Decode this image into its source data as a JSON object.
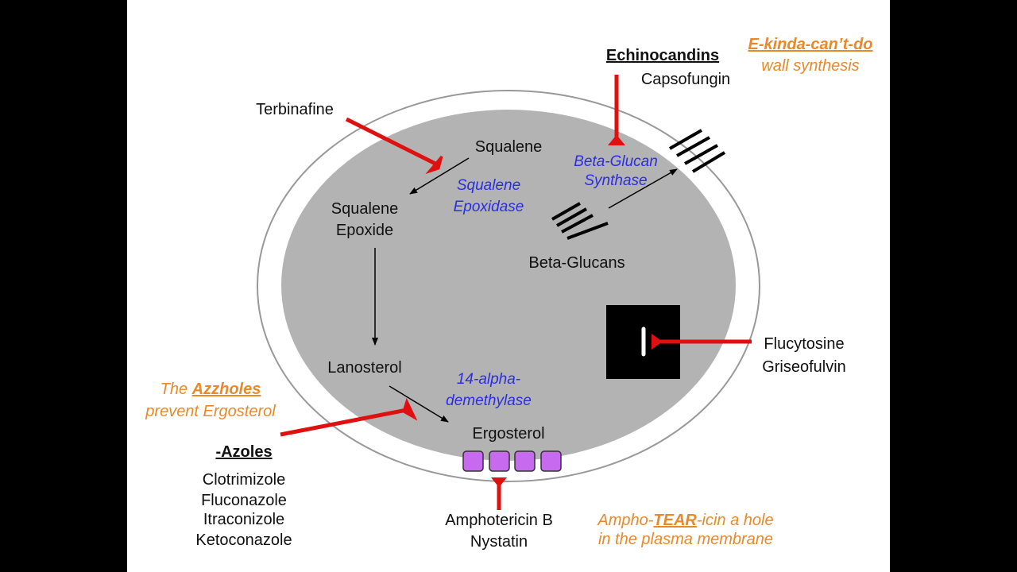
{
  "colors": {
    "inhibitor_bar": "#e01010",
    "cell_interior": "#b3b3b3",
    "enzyme_text": "#2a2ee0",
    "mnemonic_text": "#e8892a",
    "ergosterol_units": "#c86af0"
  },
  "echinocandins": {
    "heading": "Echinocandins",
    "drug": "Capsofungin"
  },
  "mnemonic_echinocandins": {
    "bold": "E-kinda-can’t-do",
    "line2": "wall synthesis"
  },
  "terbinafine": {
    "label": "Terbinafine"
  },
  "pathway": {
    "squalene": "Squalene",
    "squalene_epoxidase": [
      "Squalene",
      "Epoxidase"
    ],
    "squalene_epoxide": [
      "Squalene",
      "Epoxide"
    ],
    "lanosterol": "Lanosterol",
    "demethylase": [
      "14-alpha-",
      "demethylase"
    ],
    "ergosterol": "Ergosterol"
  },
  "beta_glucan": {
    "synthase": [
      "Beta-Glucan",
      "Synthase"
    ],
    "product": "Beta-Glucans"
  },
  "flucytosine": {
    "drugs": [
      "Flucytosine",
      "Griseofulvin"
    ]
  },
  "mnemonic_azoles": {
    "pre": "The ",
    "bold": "Azzholes",
    "line2": "prevent Ergosterol"
  },
  "azoles": {
    "heading": "-Azoles",
    "drugs": [
      "Clotrimizole",
      "Fluconazole",
      "Itraconizole",
      "Ketoconazole"
    ]
  },
  "polyenes": {
    "drugs": [
      "Amphotericin B",
      "Nystatin"
    ]
  },
  "mnemonic_ampho": {
    "pre": "Ampho-",
    "bold": "TEAR",
    "post": "-icin a hole",
    "line2": "in the plasma membrane"
  }
}
